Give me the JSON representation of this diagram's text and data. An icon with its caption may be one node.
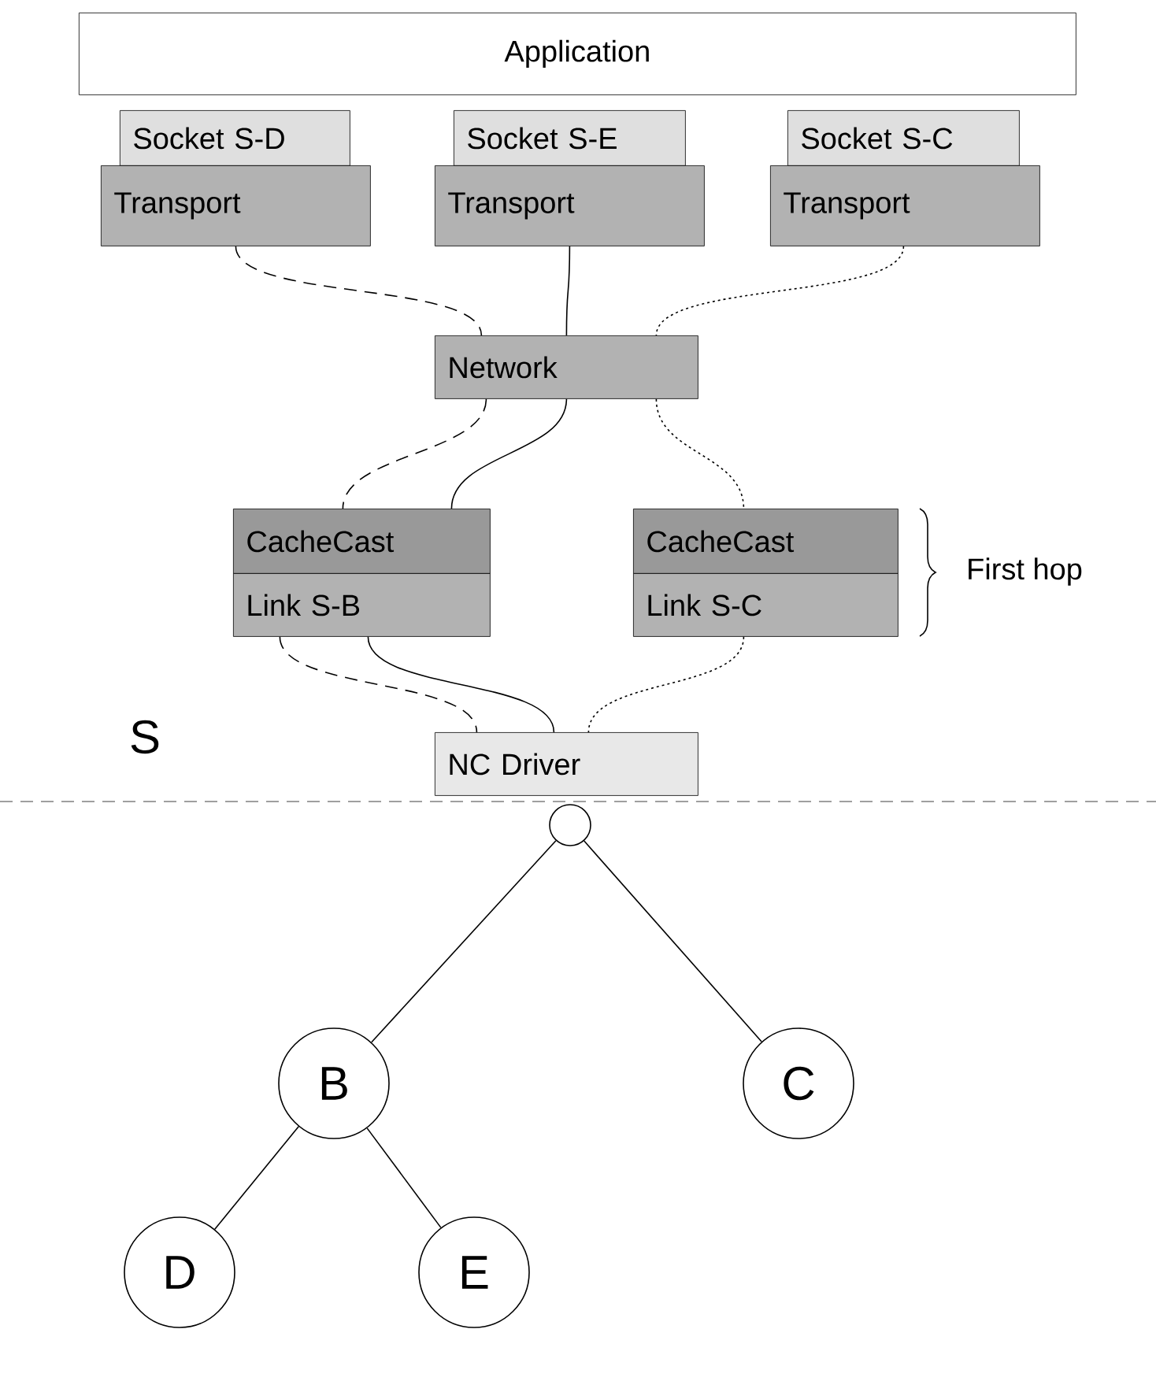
{
  "diagram": {
    "nodes": [
      {
        "text": [
          "Application"
        ]
      },
      {
        "text": [
          "Socket S-D"
        ]
      },
      {
        "text": [
          "Transport"
        ]
      },
      {
        "text": [
          "Socket S-E"
        ]
      },
      {
        "text": [
          "Transport"
        ]
      },
      {
        "text": [
          "Socket S-C"
        ]
      },
      {
        "text": [
          "Transport"
        ]
      },
      {
        "text": [
          "Network"
        ]
      },
      {
        "text": [
          "CacheCast"
        ]
      },
      {
        "text": [
          "Link S-B"
        ]
      },
      {
        "text": [
          "CacheCast"
        ]
      },
      {
        "text": [
          "Link S-C"
        ]
      },
      {
        "text": [
          "NC Driver"
        ]
      },
      {
        "text": [],
        "shape": "circle"
      },
      {
        "text": [
          "B"
        ]
      },
      {
        "text": [
          "C"
        ]
      },
      {
        "text": [
          "D"
        ]
      },
      {
        "text": [
          "E"
        ]
      }
    ],
    "edges": [
      {
        "from": 2,
        "to": 7,
        "arrow": "none",
        "style": "dashed"
      },
      {
        "from": 4,
        "to": 7,
        "arrow": "none"
      },
      {
        "from": 6,
        "to": 7,
        "arrow": "none",
        "style": "dashed"
      },
      {
        "from": 7,
        "to": 8,
        "arrow": "none",
        "style": "dashed"
      },
      {
        "from": 7,
        "to": 8,
        "arrow": "none"
      },
      {
        "from": 7,
        "to": 10,
        "arrow": "none",
        "style": "dashed"
      },
      {
        "from": 9,
        "to": 12,
        "arrow": "none",
        "style": "dashed"
      },
      {
        "from": 9,
        "to": 12,
        "arrow": "none"
      },
      {
        "from": 11,
        "to": 12,
        "arrow": "none",
        "style": "dashed"
      },
      {
        "from": 13,
        "to": 14,
        "arrow": "none"
      },
      {
        "from": 13,
        "to": 15,
        "arrow": "none"
      },
      {
        "from": 14,
        "to": 16,
        "arrow": "none"
      },
      {
        "from": 14,
        "to": 17,
        "arrow": "none"
      }
    ],
    "labels": [
      "First hop",
      "S"
    ]
  }
}
